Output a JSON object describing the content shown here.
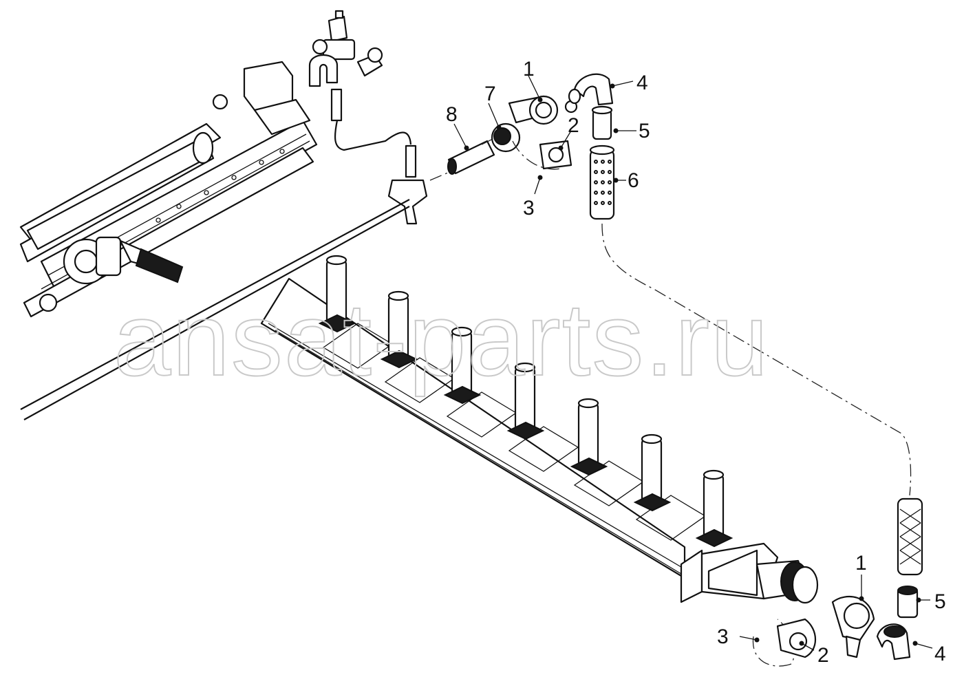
{
  "watermark": "ansat-parts.ru",
  "callouts": {
    "top": [
      {
        "number": "1"
      },
      {
        "number": "2"
      },
      {
        "number": "3"
      },
      {
        "number": "4"
      },
      {
        "number": "5"
      },
      {
        "number": "6"
      },
      {
        "number": "7"
      },
      {
        "number": "8"
      }
    ],
    "bottom": [
      {
        "number": "1"
      },
      {
        "number": "2"
      },
      {
        "number": "3"
      },
      {
        "number": "4"
      },
      {
        "number": "5"
      }
    ]
  },
  "colors": {
    "ink": "#111111",
    "paper": "#ffffff",
    "watermark": "#c9c9c9"
  }
}
